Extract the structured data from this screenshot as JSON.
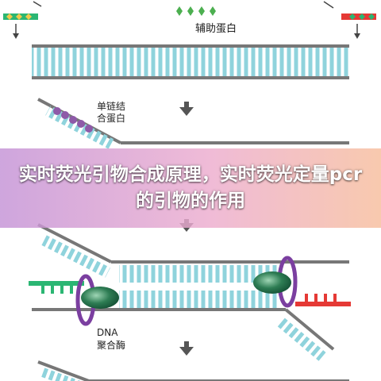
{
  "diagram": {
    "helper_protein_label": "辅助蛋白",
    "ssb_label_line1": "单链结",
    "ssb_label_line2": "合蛋白",
    "dna_pol_label_line1": "DNA",
    "dna_pol_label_line2": "聚合酶"
  },
  "banner": {
    "title": "实时荧光引物合成原理，实时荧光定量pcr的引物的作用"
  },
  "colors": {
    "strand": "#777777",
    "base_pair": "#8fd3dc",
    "primer_green": "#2bb673",
    "primer_red": "#e53935",
    "primer_red_dark": "#c62828",
    "helper_protein": "#4caf50",
    "ssb_protein": "#8e5aa8",
    "polymerase": "#1e6b4a",
    "clamp_ring": "#7b3fa0",
    "arrow": "#555555"
  },
  "icons": [
    "down-arrow-icon",
    "helper-protein-icon",
    "ssb-protein-icon",
    "dna-polymerase-icon",
    "sliding-clamp-icon"
  ]
}
